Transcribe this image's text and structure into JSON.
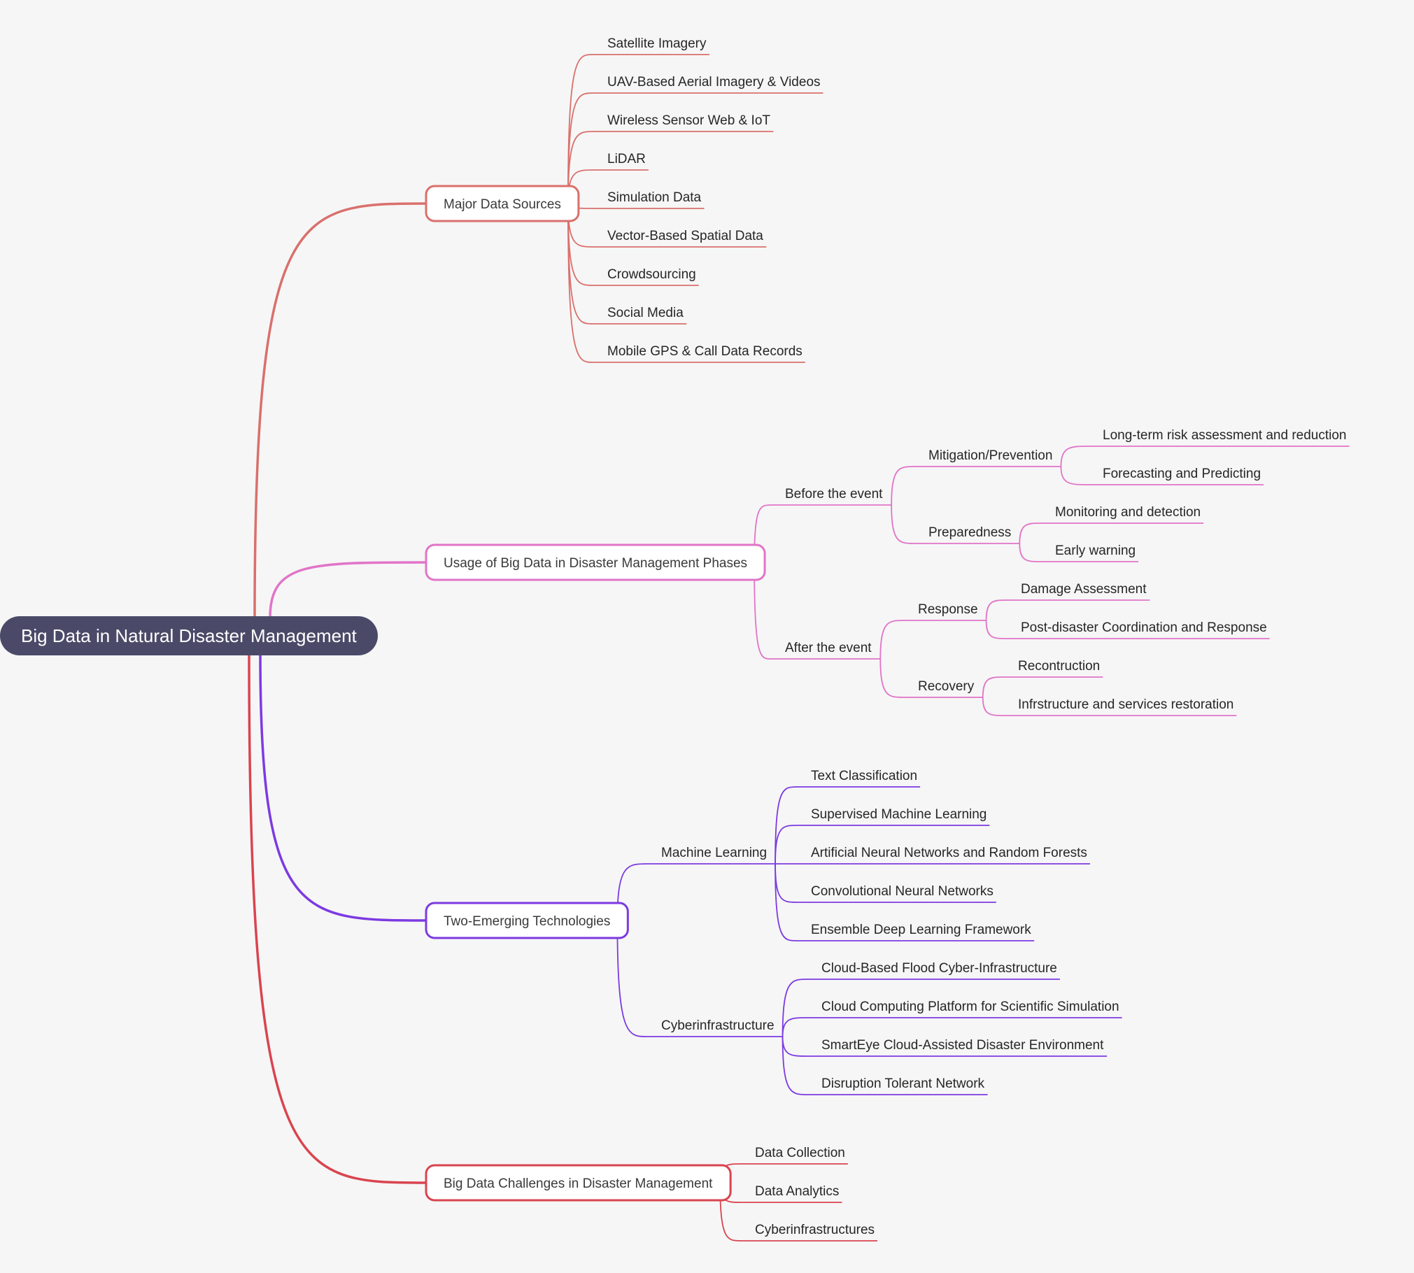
{
  "root": {
    "label": "Big Data in Natural Disaster Management"
  },
  "colors": {
    "root_fill": "#4a4a68",
    "background": "#f6f6f6",
    "branch_1": "#d9706c",
    "branch_2": "#e174c8",
    "branch_3": "#7c3ae2",
    "branch_4": "#d9444f"
  },
  "branches": [
    {
      "label": "Major Data Sources",
      "children": [
        {
          "label": "Satellite Imagery"
        },
        {
          "label": "UAV-Based Aerial Imagery & Videos"
        },
        {
          "label": "Wireless Sensor Web & IoT"
        },
        {
          "label": "LiDAR"
        },
        {
          "label": "Simulation Data"
        },
        {
          "label": "Vector-Based Spatial Data"
        },
        {
          "label": "Crowdsourcing"
        },
        {
          "label": "Social Media"
        },
        {
          "label": "Mobile GPS & Call Data Records"
        }
      ]
    },
    {
      "label": "Usage of Big Data in Disaster Management Phases",
      "children": [
        {
          "label": "Before the event",
          "children": [
            {
              "label": "Mitigation/Prevention",
              "children": [
                {
                  "label": "Long-term risk assessment and reduction"
                },
                {
                  "label": "Forecasting and Predicting"
                }
              ]
            },
            {
              "label": "Preparedness",
              "children": [
                {
                  "label": "Monitoring and detection"
                },
                {
                  "label": "Early warning"
                }
              ]
            }
          ]
        },
        {
          "label": "After the event",
          "children": [
            {
              "label": "Response",
              "children": [
                {
                  "label": "Damage Assessment"
                },
                {
                  "label": "Post-disaster Coordination and Response"
                }
              ]
            },
            {
              "label": "Recovery",
              "children": [
                {
                  "label": "Recontruction"
                },
                {
                  "label": "Infrstructure and services restoration"
                }
              ]
            }
          ]
        }
      ]
    },
    {
      "label": "Two-Emerging Technologies",
      "children": [
        {
          "label": "Machine Learning",
          "children": [
            {
              "label": "Text Classification"
            },
            {
              "label": "Supervised Machine Learning"
            },
            {
              "label": "Artificial Neural Networks and Random Forests"
            },
            {
              "label": "Convolutional Neural Networks"
            },
            {
              "label": "Ensemble Deep Learning Framework"
            }
          ]
        },
        {
          "label": "Cyberinfrastructure",
          "children": [
            {
              "label": "Cloud-Based Flood Cyber-Infrastructure"
            },
            {
              "label": "Cloud Computing Platform for Scientific Simulation"
            },
            {
              "label": "SmartEye Cloud-Assisted Disaster Environment"
            },
            {
              "label": "Disruption Tolerant Network"
            }
          ]
        }
      ]
    },
    {
      "label": "Big Data Challenges in Disaster Management",
      "children": [
        {
          "label": "Data Collection"
        },
        {
          "label": "Data Analytics"
        },
        {
          "label": "Cyberinfrastructures"
        }
      ]
    }
  ]
}
